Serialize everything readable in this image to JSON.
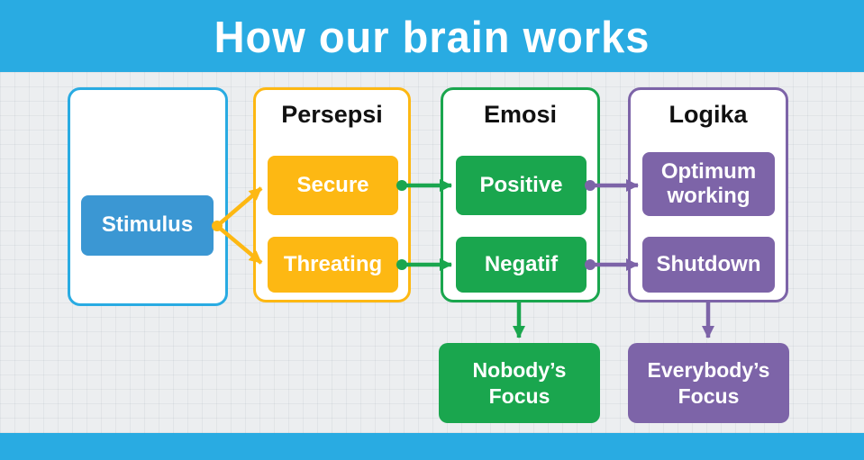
{
  "title": "How our brain works",
  "colors": {
    "banner": "#29abe2",
    "stimulus-blue": "#3b97d3",
    "yellow": "#fdb813",
    "green": "#1aa64e",
    "purple": "#7d64a8",
    "card-bg": "#ffffff",
    "background": "#eceef0",
    "heading-text": "#111111",
    "node-text": "#ffffff"
  },
  "stimulus": {
    "label": "Stimulus"
  },
  "columns": [
    {
      "header": "Persepsi",
      "items": [
        {
          "label": "Secure"
        },
        {
          "label": "Threating"
        }
      ]
    },
    {
      "header": "Emosi",
      "items": [
        {
          "label": "Positive"
        },
        {
          "label": "Negatif"
        }
      ]
    },
    {
      "header": "Logika",
      "items": [
        {
          "label": "Optimum\nworking"
        },
        {
          "label": "Shutdown"
        }
      ]
    }
  ],
  "outcomes": [
    {
      "label": "Nobody’s\nFocus"
    },
    {
      "label": "Everybody’s\nFocus"
    }
  ],
  "flow": {
    "edges": [
      {
        "from": "Stimulus",
        "to": "Secure",
        "color": "yellow"
      },
      {
        "from": "Stimulus",
        "to": "Threating",
        "color": "yellow"
      },
      {
        "from": "Secure",
        "to": "Positive",
        "color": "green"
      },
      {
        "from": "Threating",
        "to": "Negatif",
        "color": "green"
      },
      {
        "from": "Positive",
        "to": "Optimum working",
        "color": "purple"
      },
      {
        "from": "Negatif",
        "to": "Shutdown",
        "color": "purple"
      },
      {
        "from": "Negatif",
        "to": "Nobody’s Focus",
        "color": "green"
      },
      {
        "from": "Shutdown",
        "to": "Everybody’s Focus",
        "color": "purple"
      }
    ]
  }
}
